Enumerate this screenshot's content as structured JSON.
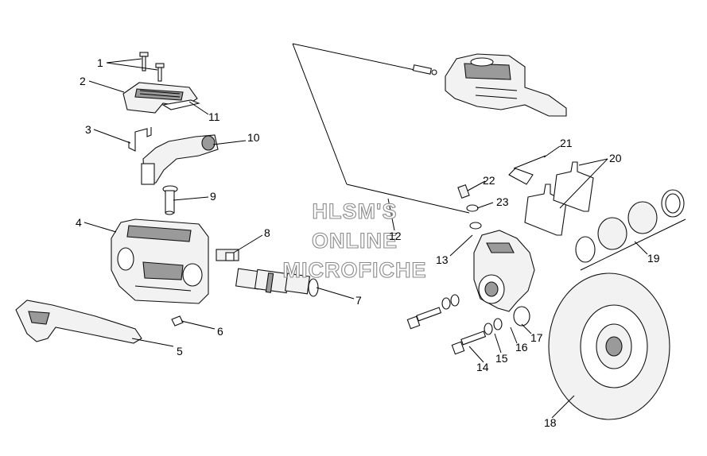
{
  "watermark": [
    "HLSM'S",
    "ONLINE",
    "MICROFICHE"
  ],
  "callouts": [
    "1",
    "2",
    "3",
    "4",
    "5",
    "6",
    "7",
    "8",
    "9",
    "10",
    "11",
    "12",
    "13",
    "14",
    "15",
    "16",
    "17",
    "18",
    "19",
    "20",
    "21",
    "22",
    "23"
  ]
}
